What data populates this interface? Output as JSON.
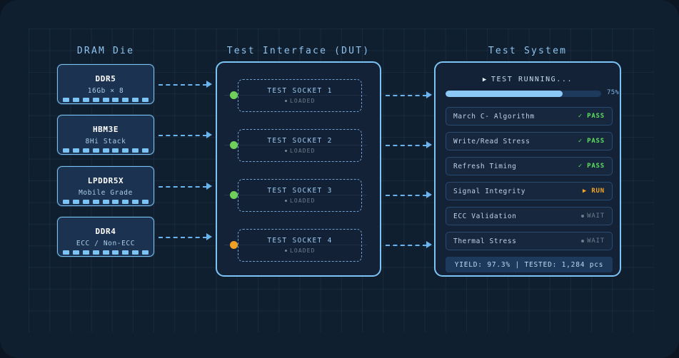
{
  "columns": {
    "dram": {
      "title": "DRAM Die"
    },
    "dut": {
      "title": "Test Interface (DUT)"
    },
    "system": {
      "title": "Test System"
    }
  },
  "dram_dies": [
    {
      "name": "DDR5",
      "spec": "16Gb × 8"
    },
    {
      "name": "HBM3E",
      "spec": "8Hi Stack"
    },
    {
      "name": "LPDDR5X",
      "spec": "Mobile Grade"
    },
    {
      "name": "DDR4",
      "spec": "ECC / Non-ECC"
    }
  ],
  "sockets": [
    {
      "name": "TEST SOCKET 1",
      "status": "LOADED",
      "led": "#6fcf5a"
    },
    {
      "name": "TEST SOCKET 2",
      "status": "LOADED",
      "led": "#6fcf5a"
    },
    {
      "name": "TEST SOCKET 3",
      "status": "LOADED",
      "led": "#6fcf5a"
    },
    {
      "name": "TEST SOCKET 4",
      "status": "LOADED",
      "led": "#f0a124"
    }
  ],
  "system": {
    "run_icon": "▶",
    "run_label": "TEST RUNNING...",
    "progress_percent": 75,
    "progress_label": "75%",
    "tests": [
      {
        "name": "March C- Algorithm",
        "result": "PASS",
        "state": "pass",
        "mark": "✓"
      },
      {
        "name": "Write/Read Stress",
        "result": "PASS",
        "state": "pass",
        "mark": "✓"
      },
      {
        "name": "Refresh Timing",
        "result": "PASS",
        "state": "pass",
        "mark": "✓"
      },
      {
        "name": "Signal Integrity",
        "result": "RUN",
        "state": "run",
        "mark": "▶"
      },
      {
        "name": "ECC Validation",
        "result": "WAIT",
        "state": "wait",
        "mark": "●"
      },
      {
        "name": "Thermal Stress",
        "result": "WAIT",
        "state": "wait",
        "mark": "●"
      }
    ],
    "summary": "YIELD: 97.3% | TESTED: 1,284 pcs"
  },
  "colors": {
    "background": "#101f2f",
    "accent": "#7cc4f5",
    "panel": "#132237",
    "card": "#1b3350",
    "pass": "#5ddf5d",
    "run": "#f5a623",
    "wait": "#6d7d8e"
  }
}
